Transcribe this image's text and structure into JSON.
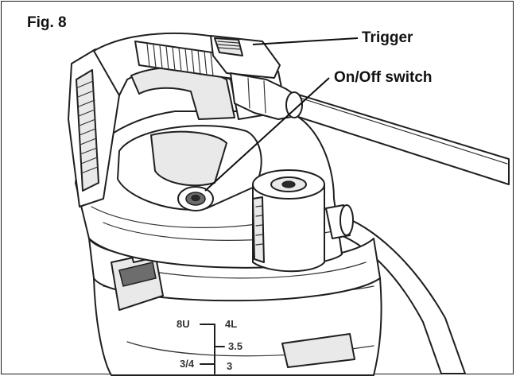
{
  "figure": {
    "label": "Fig. 8",
    "callouts": {
      "trigger": "Trigger",
      "switch": "On/Off switch"
    },
    "scale_marks": [
      "8U",
      "4L",
      "3.5",
      "3/4",
      "3"
    ]
  }
}
